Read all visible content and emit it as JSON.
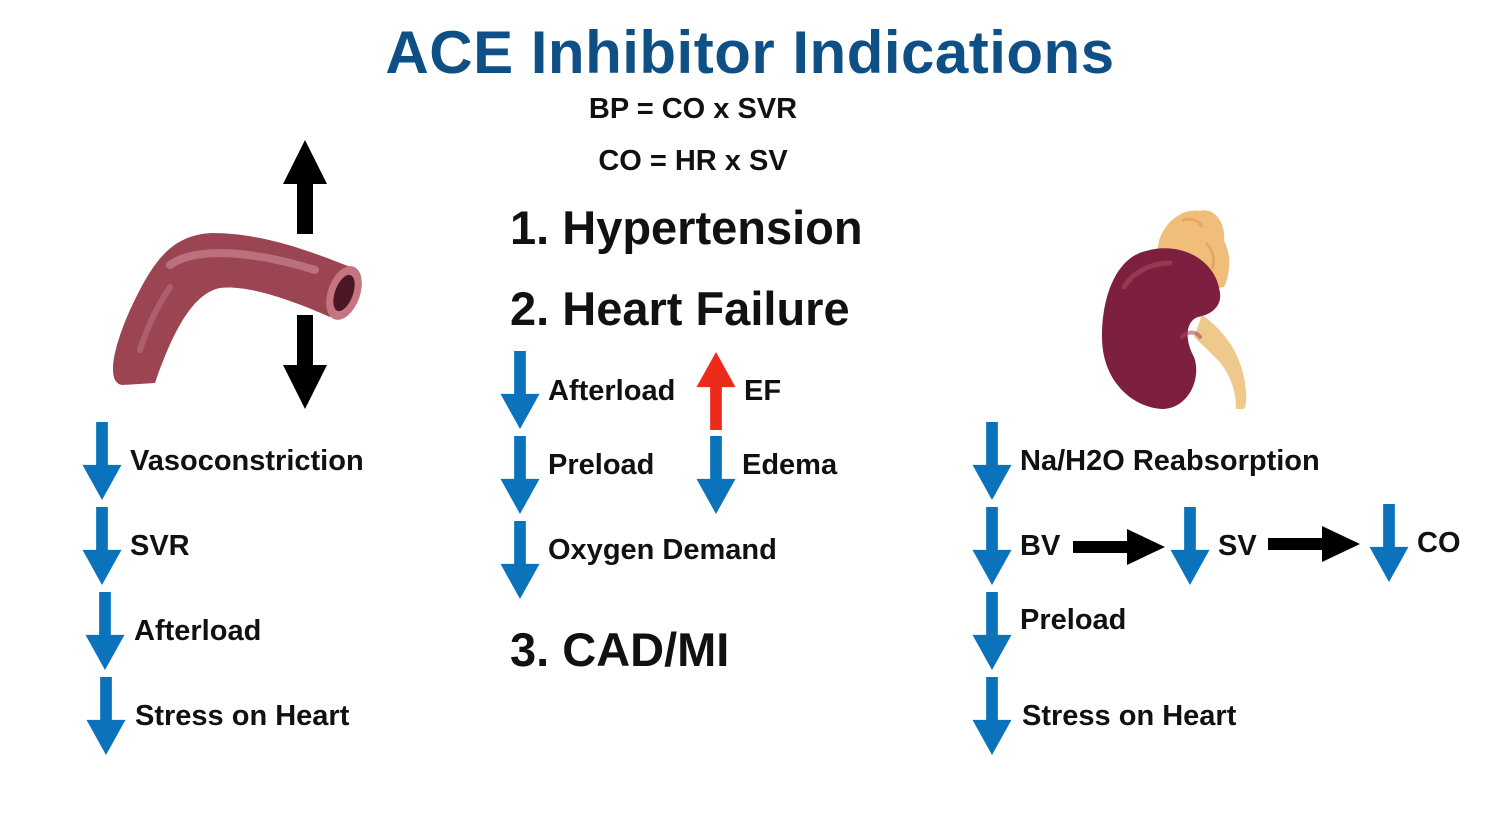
{
  "title": "ACE Inhibitor Indications",
  "formulas": [
    "BP = CO x SVR",
    "CO = HR x SV"
  ],
  "indications": [
    "1. Hypertension",
    "2. Heart Failure",
    "3. CAD/MI"
  ],
  "left_effects": [
    "Vasoconstriction",
    "SVR",
    "Afterload",
    "Stress on Heart"
  ],
  "heart_failure_effects": {
    "afterload": "Afterload",
    "ef": "EF",
    "preload": "Preload",
    "edema": "Edema",
    "oxygen_demand": "Oxygen Demand"
  },
  "right_effects": {
    "reabsorption": "Na/H2O Reabsorption",
    "bv": "BV",
    "sv": "SV",
    "co": "CO",
    "preload": "Preload",
    "stress": "Stress on Heart"
  },
  "colors": {
    "title": "#0e4f86",
    "down_arrow": "#0a73bb",
    "up_arrow": "#ee2a1c",
    "black_arrow": "#000000",
    "vessel": "#9c4552",
    "kidney": "#7d1f3e",
    "adrenal": "#f0bd7a",
    "ureter": "#efc98c"
  },
  "icons": {
    "down": "down-arrow-icon",
    "up": "up-arrow-icon",
    "right": "right-arrow-icon",
    "vessel": "blood-vessel-icon",
    "kidney": "kidney-icon"
  }
}
